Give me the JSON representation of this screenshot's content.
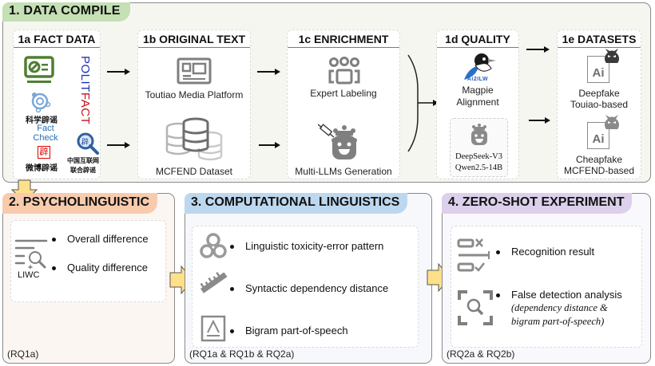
{
  "section1": {
    "title": "1. DATA COMPILE",
    "fact_data": {
      "title": "1a FACT DATA",
      "sources": {
        "politifact_part1": "POLIT",
        "politifact_part2": "FACT",
        "science_rumor": "科学辟谣",
        "factcheck_line1": "Fact",
        "factcheck_line2": "Check",
        "weibo_rumor": "微博辟谣",
        "weibo_badge": "辟",
        "china_internet_line1": "中国互联网",
        "china_internet_line2": "联合辟谣",
        "china_internet_badge": "辟"
      }
    },
    "original_text": {
      "title": "1b ORIGINAL TEXT",
      "items": [
        "Toutiao Media Platform",
        "MCFEND Dataset"
      ]
    },
    "enrichment": {
      "title": "1c ENRICHMENT",
      "items": [
        "Expert Labeling",
        "Multi-LLMs Generation"
      ]
    },
    "quality": {
      "title": "1d QUALITY",
      "logo_text": "Ai2ILW",
      "caption_line1": "Magpie",
      "caption_line2": "Alignment",
      "models_line1": "DeepSeek-V3",
      "models_line2": "Qwen2.5-14B"
    },
    "datasets": {
      "title": "1e DATASETS",
      "items": [
        {
          "icon_text": "Ai",
          "line1": "Deepfake",
          "line2": "Touiao-based"
        },
        {
          "icon_text": "Ai",
          "line1": "Cheapfake",
          "line2": "MCFEND-based"
        }
      ]
    }
  },
  "section2": {
    "title": "2. PSYCHOLINGUISTIC",
    "tool_label": "LIWC",
    "bullets": [
      "Overall difference",
      "Quality difference"
    ],
    "rq": "(RQ1a)"
  },
  "section3": {
    "title": "3. COMPUTATIONAL LINGUISTICS",
    "bullets": [
      "Linguistic toxicity-error pattern",
      "Syntactic dependency distance",
      "Bigram part-of-speech"
    ],
    "rq": "(RQ1a & RQ1b & RQ2a)"
  },
  "section4": {
    "title": "4. ZERO-SHOT EXPERIMENT",
    "bullets": [
      "Recognition result",
      "False detection analysis"
    ],
    "note_line1": "(dependency distance &",
    "note_line2": "bigram part-of-speech)",
    "rq": "(RQ2a & RQ2b)"
  },
  "colors": {
    "section1_header": "#c5e0b4",
    "section2_header": "#f8cbad",
    "section3_header": "#bdd7ee",
    "section4_header": "#dcd0ec",
    "flow_arrow": "#ffe08a",
    "icon_gray": "#7f7f7f",
    "politifact_blue": "#1d2fb8",
    "politifact_red": "#c0111b",
    "factcheck_blue": "#1f6fb5",
    "fact_monitor_green": "#4f7f32"
  }
}
